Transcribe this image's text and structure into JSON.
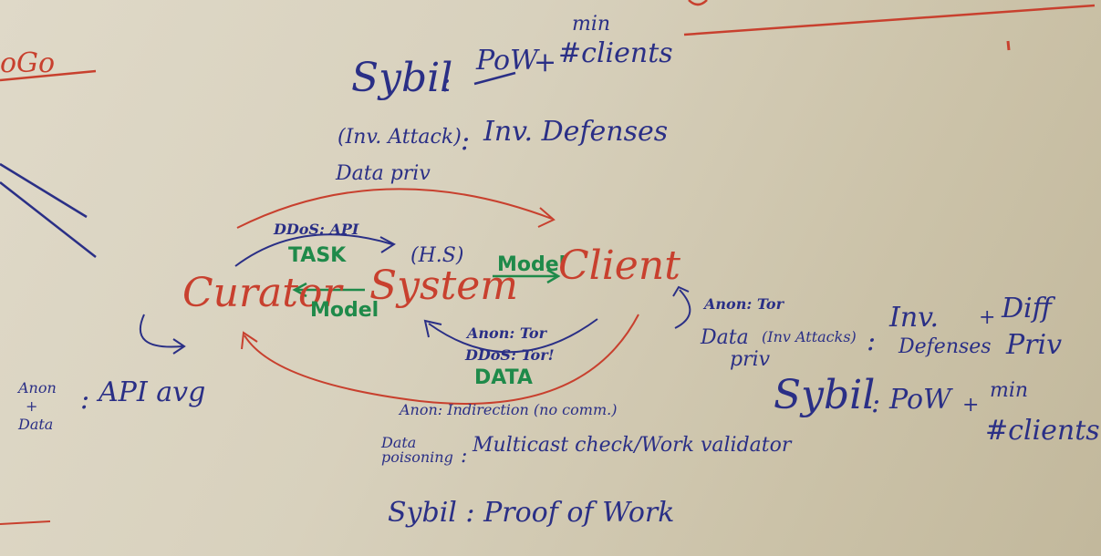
{
  "colors": {
    "blue_ink": "#2a2f86",
    "red_ink": "#c8402e",
    "green_ink": "#1f8a4a",
    "board": "#d8d1bd"
  },
  "top_left": {
    "fragment": "oGo"
  },
  "system_top": {
    "sybil": "Sybil",
    "colon1": ":",
    "pow": "PoW",
    "plus": "+",
    "min": "min",
    "num_clients": "#clients",
    "inv_attack": "(Inv. Attack)",
    "colon2": ":",
    "inv_defenses": "Inv. Defenses",
    "data_priv": "Data priv"
  },
  "diagram": {
    "curator": "Curator",
    "system": "System",
    "client": "Client",
    "hs": "(H.S)",
    "ddos_api": "DDoS: API",
    "task": "TASK",
    "model_left": "Model",
    "model_right": "Model",
    "anon_tor_mid": "Anon: Tor",
    "ddos_tor": "DDoS: Tor!",
    "data_label": "DATA"
  },
  "left_notes": {
    "anon": "Anon",
    "plus": "+",
    "data": "Data",
    "colon": ":",
    "api_avg": "API avg"
  },
  "client_notes": {
    "anon_tor": "Anon: Tor",
    "data": "Data",
    "priv": "priv",
    "inv_attacks": "(Inv Attacks)",
    "colon": ":",
    "inv": "Inv.",
    "defenses": "Defenses",
    "plus": "+",
    "diff": "Diff",
    "priv2": "Priv",
    "sybil": "Sybil",
    "colon2": ":",
    "pow": "PoW",
    "plus2": "+",
    "min": "min",
    "num_clients": "#clients"
  },
  "bottom_notes": {
    "anon": "Anon: Indirection (no comm.)",
    "data_poisoning": "Data poisoning",
    "colon": ":",
    "multicast": "Multicast check/Work validator",
    "sybil_line": "Sybil : Proof of Work"
  }
}
